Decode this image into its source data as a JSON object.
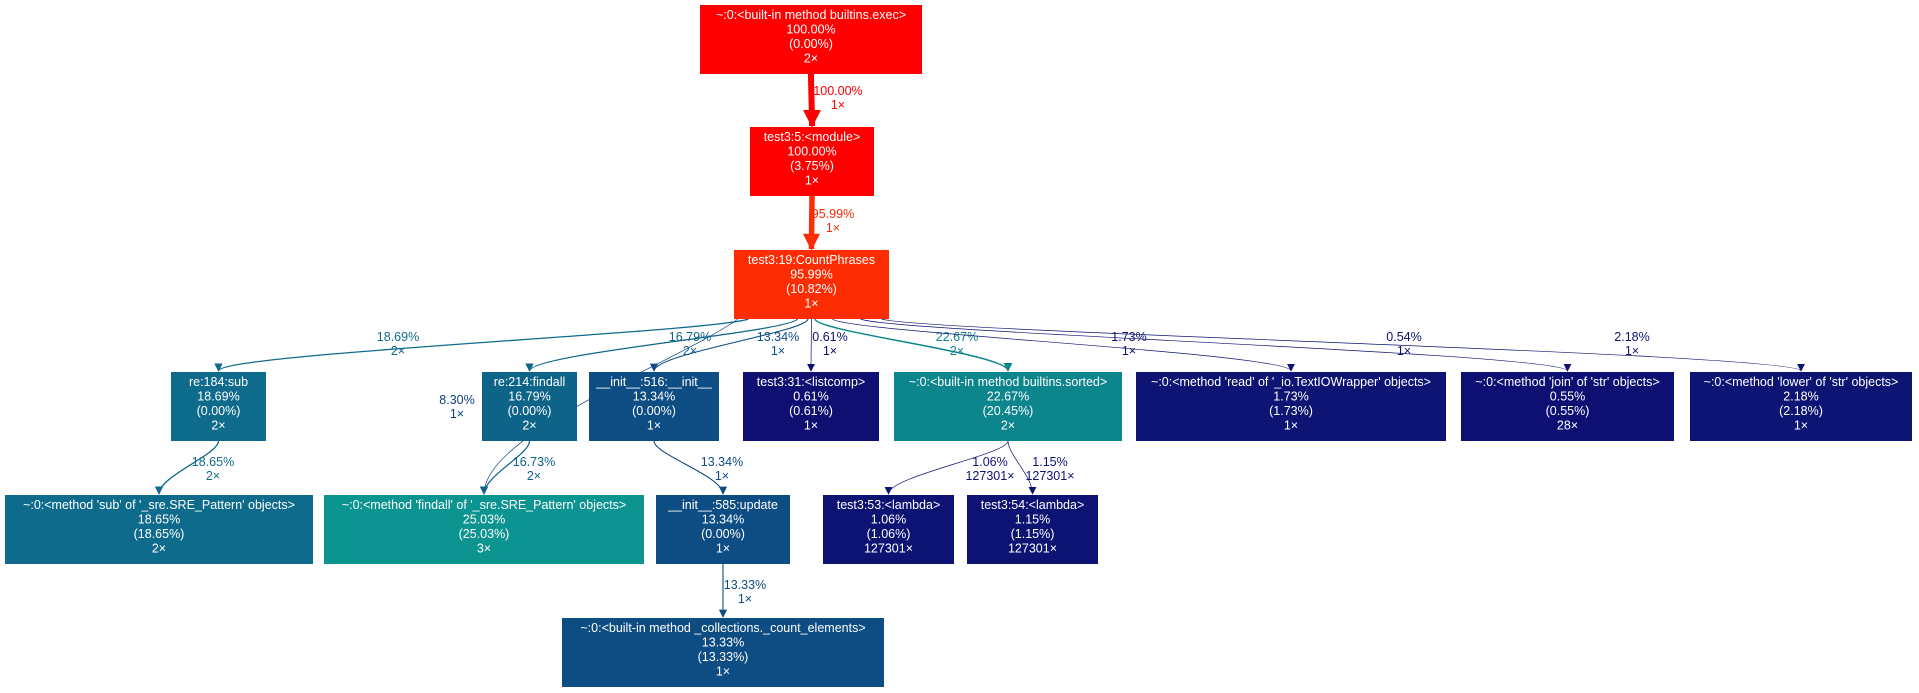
{
  "graph": {
    "nodes": [
      {
        "id": "exec",
        "color": "#ff0000",
        "lines": [
          "~:0:<built-in method builtins.exec>",
          "100.00%",
          "(0.00%)",
          "2×"
        ]
      },
      {
        "id": "module",
        "color": "#ff0000",
        "lines": [
          "test3:5:<module>",
          "100.00%",
          "(3.75%)",
          "1×"
        ]
      },
      {
        "id": "countphrases",
        "color": "#fd2c03",
        "lines": [
          "test3:19:CountPhrases",
          "95.99%",
          "(10.82%)",
          "1×"
        ]
      },
      {
        "id": "re_sub",
        "color": "#0f6b8b",
        "lines": [
          "re:184:sub",
          "18.69%",
          "(0.00%)",
          "2×"
        ]
      },
      {
        "id": "re_findall",
        "color": "#0e6488",
        "lines": [
          "re:214:findall",
          "16.79%",
          "(0.00%)",
          "2×"
        ]
      },
      {
        "id": "init516",
        "color": "#0d4d83",
        "lines": [
          "__init__:516:__init__",
          "13.34%",
          "(0.00%)",
          "1×"
        ]
      },
      {
        "id": "listcomp",
        "color": "#0e0f71",
        "lines": [
          "test3:31:<listcomp>",
          "0.61%",
          "(0.61%)",
          "1×"
        ]
      },
      {
        "id": "sorted",
        "color": "#0c858d",
        "lines": [
          "~:0:<built-in method builtins.sorted>",
          "22.67%",
          "(20.45%)",
          "2×"
        ]
      },
      {
        "id": "read",
        "color": "#0d1473",
        "lines": [
          "~:0:<method 'read' of '_io.TextIOWrapper' objects>",
          "1.73%",
          "(1.73%)",
          "1×"
        ]
      },
      {
        "id": "join",
        "color": "#0d1072",
        "lines": [
          "~:0:<method 'join' of 'str' objects>",
          "0.55%",
          "(0.55%)",
          "28×"
        ]
      },
      {
        "id": "lower",
        "color": "#0d1574",
        "lines": [
          "~:0:<method 'lower' of 'str' objects>",
          "2.18%",
          "(2.18%)",
          "1×"
        ]
      },
      {
        "id": "pattern_sub",
        "color": "#0f6b8b",
        "lines": [
          "~:0:<method 'sub' of '_sre.SRE_Pattern' objects>",
          "18.65%",
          "(18.65%)",
          "2×"
        ]
      },
      {
        "id": "pattern_findall",
        "color": "#0c9490",
        "lines": [
          "~:0:<method 'findall' of '_sre.SRE_Pattern' objects>",
          "25.03%",
          "(25.03%)",
          "3×"
        ]
      },
      {
        "id": "update",
        "color": "#0d4d83",
        "lines": [
          "__init__:585:update",
          "13.34%",
          "(0.00%)",
          "1×"
        ]
      },
      {
        "id": "lambda53",
        "color": "#0d1373",
        "lines": [
          "test3:53:<lambda>",
          "1.06%",
          "(1.06%)",
          "127301×"
        ]
      },
      {
        "id": "lambda54",
        "color": "#0d1373",
        "lines": [
          "test3:54:<lambda>",
          "1.15%",
          "(1.15%)",
          "127301×"
        ]
      },
      {
        "id": "count_elements",
        "color": "#0d4d83",
        "lines": [
          "~:0:<built-in method _collections._count_elements>",
          "13.33%",
          "(13.33%)",
          "1×"
        ]
      }
    ],
    "edges": [
      {
        "from": "exec",
        "to": "module",
        "color": "#ff0000",
        "lines": [
          "100.00%",
          "1×"
        ]
      },
      {
        "from": "module",
        "to": "countphrases",
        "color": "#fd2c03",
        "lines": [
          "95.99%",
          "1×"
        ]
      },
      {
        "from": "countphrases",
        "to": "re_sub",
        "color": "#0f6b8b",
        "lines": [
          "18.69%",
          "2×"
        ]
      },
      {
        "from": "countphrases",
        "to": "pattern_findall",
        "color": "#0d3e80",
        "lines": [
          "8.30%",
          "1×"
        ]
      },
      {
        "from": "countphrases",
        "to": "re_findall",
        "color": "#0e6488",
        "lines": [
          "16.79%",
          "2×"
        ]
      },
      {
        "from": "countphrases",
        "to": "init516",
        "color": "#0d4d83",
        "lines": [
          "13.34%",
          "1×"
        ]
      },
      {
        "from": "countphrases",
        "to": "listcomp",
        "color": "#0e0f71",
        "lines": [
          "0.61%",
          "1×"
        ]
      },
      {
        "from": "countphrases",
        "to": "sorted",
        "color": "#0c858d",
        "lines": [
          "22.67%",
          "2×"
        ]
      },
      {
        "from": "countphrases",
        "to": "read",
        "color": "#0d1473",
        "lines": [
          "1.73%",
          "1×"
        ]
      },
      {
        "from": "countphrases",
        "to": "join",
        "color": "#0d1072",
        "lines": [
          "0.54%",
          "1×"
        ]
      },
      {
        "from": "countphrases",
        "to": "lower",
        "color": "#0d1574",
        "lines": [
          "2.18%",
          "1×"
        ]
      },
      {
        "from": "re_sub",
        "to": "pattern_sub",
        "color": "#0f6b8b",
        "lines": [
          "18.65%",
          "2×"
        ]
      },
      {
        "from": "re_findall",
        "to": "pattern_findall",
        "color": "#0e6488",
        "lines": [
          "16.73%",
          "2×"
        ]
      },
      {
        "from": "init516",
        "to": "update",
        "color": "#0d4d83",
        "lines": [
          "13.34%",
          "1×"
        ]
      },
      {
        "from": "sorted",
        "to": "lambda53",
        "color": "#0d1373",
        "lines": [
          "1.06%",
          "127301×"
        ]
      },
      {
        "from": "sorted",
        "to": "lambda54",
        "color": "#0d1373",
        "lines": [
          "1.15%",
          "127301×"
        ]
      },
      {
        "from": "update",
        "to": "count_elements",
        "color": "#0d4d83",
        "lines": [
          "13.33%",
          "1×"
        ]
      }
    ]
  }
}
